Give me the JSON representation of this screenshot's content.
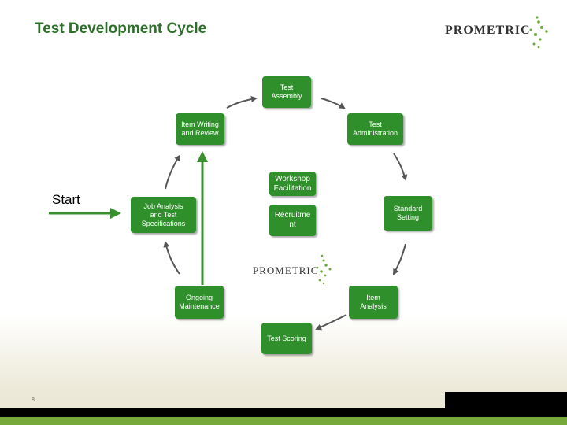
{
  "header": {
    "title": "Test Development Cycle",
    "logo_text": "PROMETRIC"
  },
  "center_logo_text": "PROMETRIC",
  "start_label": "Start",
  "cycle_nodes": {
    "test_assembly": "Test\nAssembly",
    "test_administration": "Test\nAdministration",
    "standard_setting": "Standard\nSetting",
    "item_analysis": "Item\nAnalysis",
    "test_scoring": "Test Scoring",
    "ongoing_maintenance": "Ongoing\nMaintenance",
    "item_writing_review": "Item Writing\nand Review",
    "job_analysis": "Job Analysis\nand Test\nSpecifications"
  },
  "center_nodes": {
    "workshop_facilitation": "Workshop\nFacilitation",
    "recruitment": "Recruitme\nnt"
  },
  "footer": {
    "page_number": "8"
  },
  "colors": {
    "node_green": "#2f8f2b",
    "title_green": "#2e6e2b",
    "footer_green": "#76a83a"
  }
}
